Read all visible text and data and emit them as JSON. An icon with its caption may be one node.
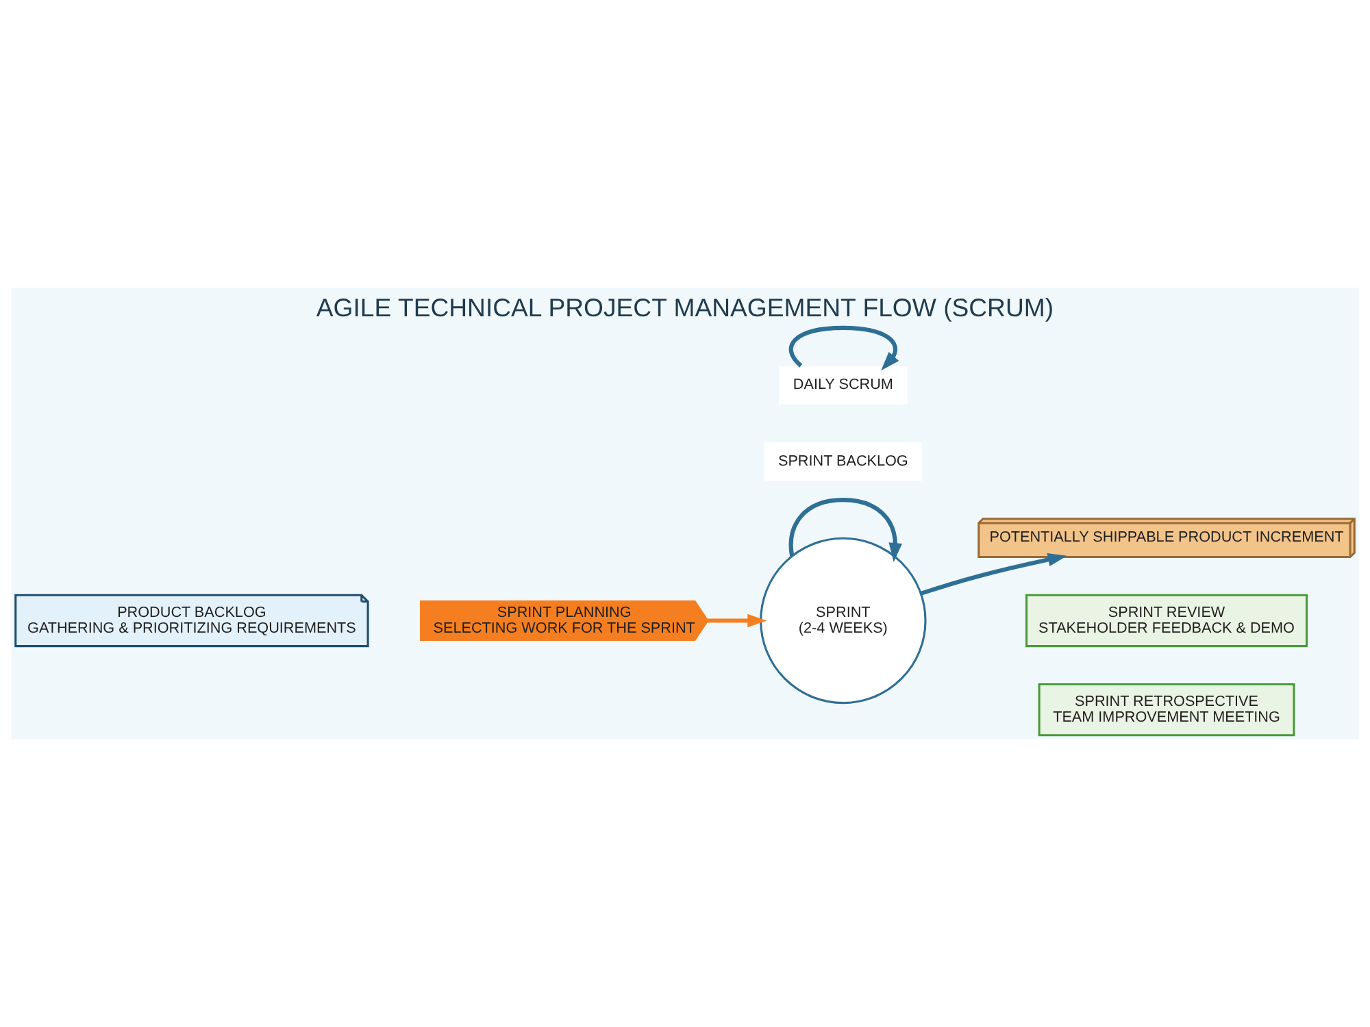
{
  "diagram": {
    "title": "AGILE TECHNICAL PROJECT MANAGEMENT FLOW (SCRUM)",
    "nodes": [
      {
        "text": [
          "PRODUCT BACKLOG",
          "GATHERING & PRIORITIZING REQUIREMENTS"
        ]
      },
      {
        "text": [
          "SPRINT PLANNING",
          "SELECTING WORK FOR THE SPRINT"
        ]
      },
      {
        "text": [
          "SPRINT BACKLOG"
        ]
      },
      {
        "text": [
          "SPRINT",
          "(2-4 WEEKS)"
        ]
      },
      {
        "text": [
          "DAILY SCRUM"
        ]
      },
      {
        "text": [
          "POTENTIALLY SHIPPABLE PRODUCT INCREMENT"
        ]
      },
      {
        "text": [
          "SPRINT REVIEW",
          "STAKEHOLDER FEEDBACK & DEMO"
        ]
      },
      {
        "text": [
          "SPRINT RETROSPECTIVE",
          "TEAM IMPROVEMENT MEETING"
        ]
      }
    ],
    "edges": [
      {
        "from": 1,
        "to": 3,
        "arrow": "to",
        "color": "#f57f20"
      },
      {
        "from": 3,
        "to": 3,
        "arrow": "to"
      },
      {
        "from": 4,
        "to": 4,
        "arrow": "to"
      },
      {
        "from": 3,
        "to": 5,
        "arrow": "to"
      }
    ]
  }
}
